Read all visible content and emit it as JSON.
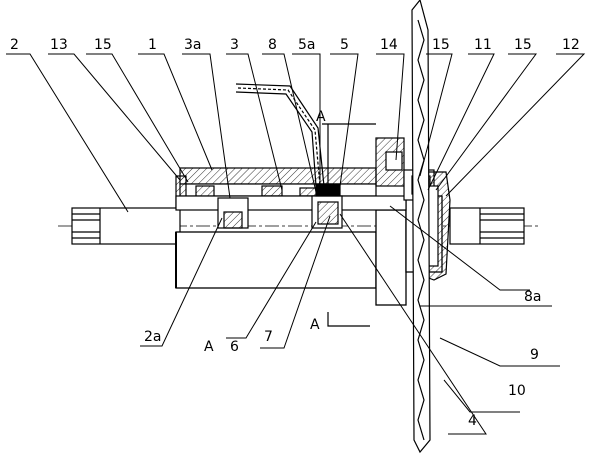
{
  "labels": {
    "top": {
      "l2": "2",
      "l13": "13",
      "l15a": "15",
      "l1": "1",
      "l3a": "3a",
      "l3": "3",
      "l8": "8",
      "l5a": "5a",
      "l5": "5",
      "l14": "14",
      "l15b": "15",
      "l11": "11",
      "l15c": "15",
      "l12": "12"
    },
    "bottom": {
      "l2a": "2a",
      "lA1": "A",
      "l6": "6",
      "l7": "7",
      "lA2": "A",
      "l4": "4",
      "l10": "10",
      "l9": "9",
      "l8a": "8a"
    },
    "section_mark": "A"
  }
}
